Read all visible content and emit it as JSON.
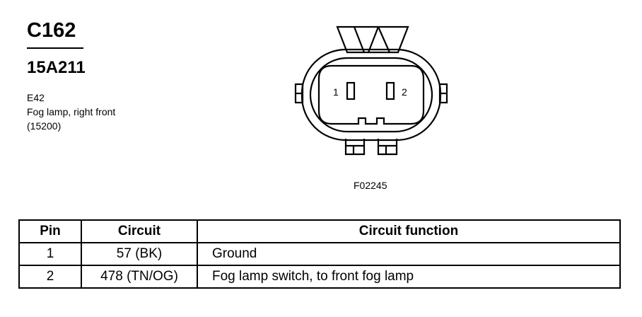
{
  "connector": {
    "id": "C162",
    "part_number": "15A211",
    "location_code": "E42",
    "description": "Fog lamp, right front",
    "ref": "(15200)"
  },
  "diagram": {
    "pin_labels": [
      "1",
      "2"
    ],
    "figure_code": "F02245"
  },
  "table": {
    "headers": [
      "Pin",
      "Circuit",
      "Circuit function"
    ],
    "rows": [
      {
        "pin": "1",
        "circuit": "57 (BK)",
        "function": "Ground"
      },
      {
        "pin": "2",
        "circuit": "478 (TN/OG)",
        "function": "Fog lamp switch, to front fog lamp"
      }
    ]
  }
}
